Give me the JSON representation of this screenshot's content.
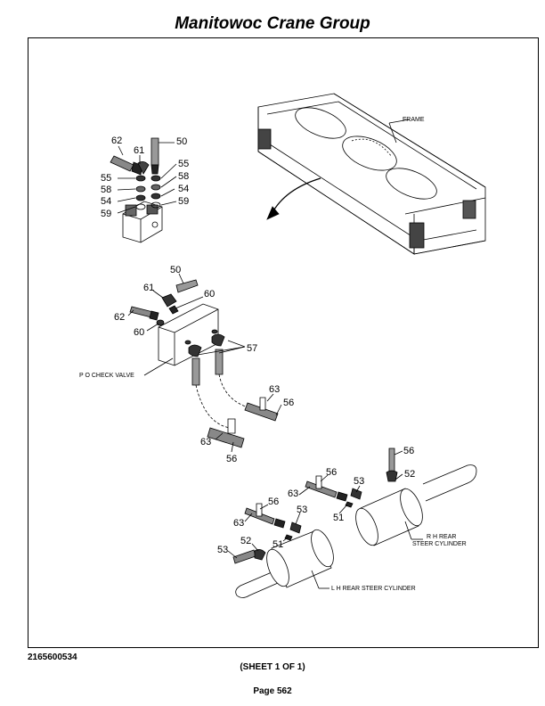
{
  "header": {
    "title": "Manitowoc Crane Group"
  },
  "footer": {
    "part_number": "2165600534",
    "sheet": "(SHEET 1 OF 1)",
    "page": "Page 562"
  },
  "labels": {
    "frame": "FRAME",
    "po_check_valve": "P O CHECK VALVE",
    "rh_rear_line1": "R H REAR",
    "rh_rear_line2": "STEER CYLINDER",
    "lh_rear": "L H REAR STEER CYLINDER"
  },
  "callouts": {
    "c62a": "62",
    "c61a": "61",
    "c50a": "50",
    "c55a": "55",
    "c58a": "58",
    "c55b": "55",
    "c58b": "58",
    "c54a": "54",
    "c54b": "54",
    "c59a": "59",
    "c59b": "59",
    "c50b": "50",
    "c61b": "61",
    "c60a": "60",
    "c62b": "62",
    "c60b": "60",
    "c57": "57",
    "c63a": "63",
    "c56a": "56",
    "c63b": "63",
    "c56b": "56",
    "c56c": "56",
    "c52a": "52",
    "c56d": "56",
    "c53a": "53",
    "c63c": "63",
    "c51a": "51",
    "c56e": "56",
    "c63d": "63",
    "c53b": "53",
    "c52b": "52",
    "c51b": "51",
    "c53c": "53"
  }
}
